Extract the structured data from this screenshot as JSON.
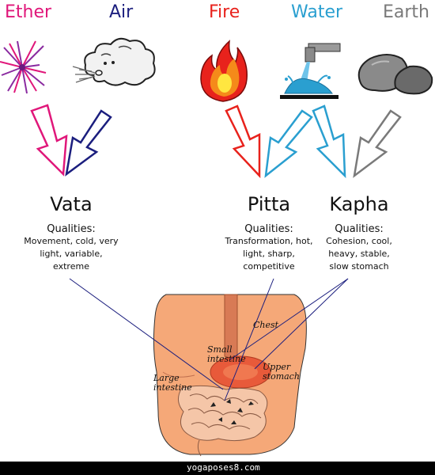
{
  "elements": [
    {
      "name": "Ether",
      "color": "#e0177a"
    },
    {
      "name": "Air",
      "color": "#1b1e7e"
    },
    {
      "name": "Fire",
      "color": "#e8221c"
    },
    {
      "name": "Water",
      "color": "#2a9fd0"
    },
    {
      "name": "Earth",
      "color": "#7a7a7a"
    }
  ],
  "doshas": {
    "vata": {
      "name": "Vata",
      "qualities_title": "Qualities:",
      "qualities_text": "Movement, cold, very light, variable, extreme"
    },
    "pitta": {
      "name": "Pitta",
      "qualities_title": "Qualities:",
      "qualities_text": "Transformation, hot, light, sharp, competitive"
    },
    "kapha": {
      "name": "Kapha",
      "qualities_title": "Qualities:",
      "qualities_text": "Cohesion, cool, heavy, stable, slow stomach"
    }
  },
  "organs": {
    "chest": "Chest",
    "small_intestine": "Small intestine",
    "upper_stomach": "Upper stomach",
    "large_intestine": "Large intestine"
  },
  "footer": "yogaposes8.com",
  "icons": [
    "starburst-icon",
    "wind-cloud-icon",
    "flame-icon",
    "faucet-water-icon",
    "stones-icon"
  ]
}
